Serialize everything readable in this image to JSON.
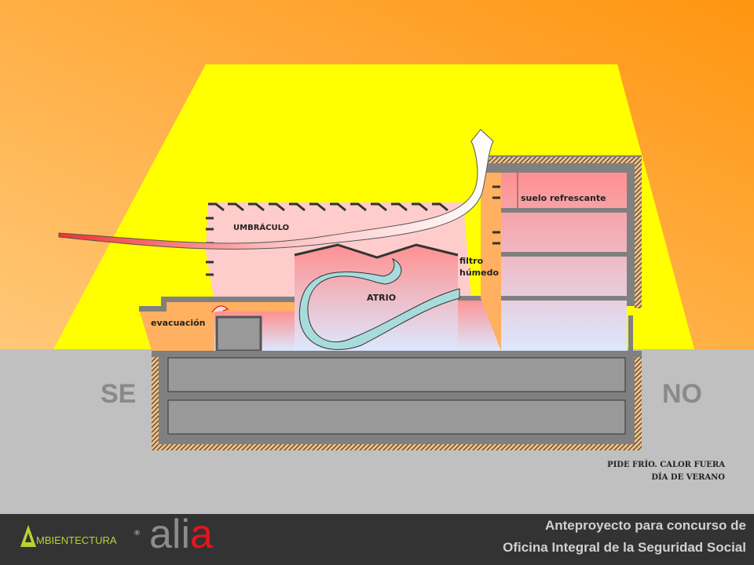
{
  "diagram": {
    "labels": {
      "umbraculo": "UMBRÁCULO",
      "atrio": "ATRIO",
      "evacuacion": "evacuación",
      "filtro": "filtro",
      "humedo": "húmedo",
      "suelo": "suelo refrescante"
    },
    "orientation": {
      "left": "SE",
      "right": "NO"
    },
    "note": {
      "line1": "PIDE FRÍO.  CALOR FUERA",
      "line2": "DÍA DE VERANO"
    }
  },
  "footer": {
    "brand1": "MBIENTECTURA",
    "brand1_mark": "®",
    "brand2_a": "ali",
    "brand2_b": "a",
    "title_line1": "Anteproyecto para concurso de",
    "title_line2": "Oficina Integral de la Seguridad Social"
  },
  "colors": {
    "sun": "#ffff00",
    "ground": "#c0c0c0",
    "footer": "#333333",
    "accent": "#e8141c",
    "brand": "#b8d432"
  }
}
